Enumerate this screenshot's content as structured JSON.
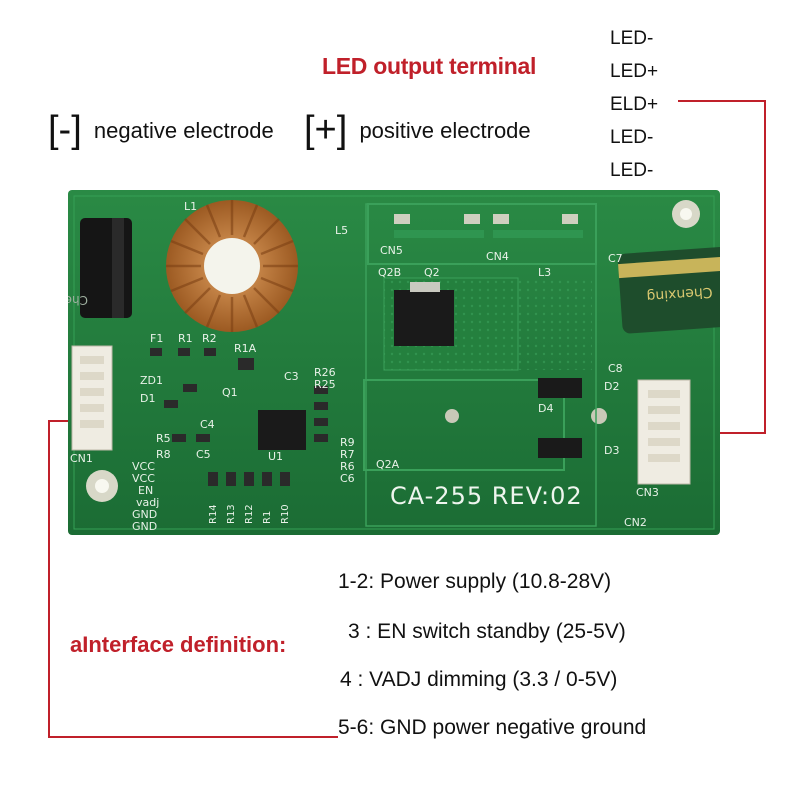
{
  "header": {
    "title": "LED output terminal"
  },
  "pins": [
    "LED-",
    "LED+",
    "ELD+",
    "LED-",
    "LED-"
  ],
  "legend": {
    "neg_symbol": "[-]",
    "neg_text": "negative electrode",
    "pos_symbol": "[+]",
    "pos_text": "positive electrode"
  },
  "board": {
    "model": "CA-255 REV:02",
    "labels": {
      "cn1": "CN1",
      "cn2": "CN2",
      "cn3": "CN3",
      "cn4": "CN4",
      "cn5": "CN5",
      "l1": "L1",
      "l3": "L3",
      "l5": "L5",
      "c7": "C7",
      "c8": "C8",
      "d1": "D1",
      "d2": "D2",
      "d3": "D3",
      "d4": "D4",
      "zd1": "ZD1",
      "q1": "Q1",
      "q2": "Q2",
      "q2a": "Q2A",
      "q2b": "Q2B",
      "u1": "U1",
      "f1": "F1",
      "r1a": "R1A",
      "r1": "R1",
      "r2": "R2",
      "r5": "R5",
      "r8": "R8",
      "r9": "R9",
      "r7": "R7",
      "r6": "R6",
      "r25": "R25",
      "r26": "R26",
      "r10": "R10",
      "r12": "R12",
      "r13": "R13",
      "r14": "R14",
      "c3": "C3",
      "c4": "C4",
      "c5": "C5",
      "c6": "C6",
      "vcc1": "VCC",
      "vcc2": "VCC",
      "en": "EN",
      "vadj": "vadj",
      "gnd1": "GND",
      "gnd2": "GND"
    },
    "cap_left_brand": "Chenxing",
    "cap_right_brand": "Chenxing"
  },
  "interface": {
    "title": "aInterface definition:",
    "rows": [
      "1-2: Power supply (10.8-28V)",
      "3 : EN switch standby (25-5V)",
      "4 : VADJ dimming (3.3 / 0-5V)",
      "5-6: GND power negative ground"
    ]
  },
  "colors": {
    "accent": "#c0202a",
    "pcb": "#1f7a3a",
    "pcb_dark": "#14582a"
  }
}
